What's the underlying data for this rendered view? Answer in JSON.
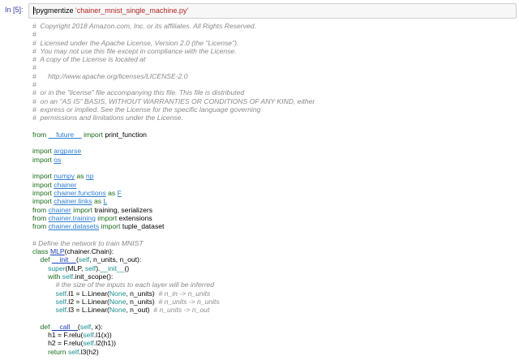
{
  "cell": {
    "prompt": "In [5]:",
    "command": "!pygmentize",
    "filename": "'chainer_mnist_single_machine.py'"
  },
  "lines": [
    [
      {
        "t": "#  Copyright 2018 Amazon.com, Inc. or its affiliates. All Rights Reserved.",
        "c": "c"
      }
    ],
    [
      {
        "t": "#",
        "c": "c"
      }
    ],
    [
      {
        "t": "#  Licensed under the Apache License, Version 2.0 (the \"License\").",
        "c": "c"
      }
    ],
    [
      {
        "t": "#  You may not use this file except in compliance with the License.",
        "c": "c"
      }
    ],
    [
      {
        "t": "#  A copy of the License is located at",
        "c": "c"
      }
    ],
    [
      {
        "t": "#",
        "c": "c"
      }
    ],
    [
      {
        "t": "#      http://www.apache.org/licenses/LICENSE-2.0",
        "c": "c"
      }
    ],
    [
      {
        "t": "#",
        "c": "c"
      }
    ],
    [
      {
        "t": "#  or in the \"license\" file accompanying this file. This file is distributed",
        "c": "c"
      }
    ],
    [
      {
        "t": "#  on an \"AS IS\" BASIS, WITHOUT WARRANTIES OR CONDITIONS OF ANY KIND, either",
        "c": "c"
      }
    ],
    [
      {
        "t": "#  express or implied. See the License for the specific language governing",
        "c": "c"
      }
    ],
    [
      {
        "t": "#  permissions and limitations under the License.",
        "c": "c"
      }
    ],
    [],
    [
      {
        "t": "from ",
        "c": "kw"
      },
      {
        "t": "__future__",
        "c": "mod"
      },
      {
        "t": " ",
        "c": "nm"
      },
      {
        "t": "import",
        "c": "kw"
      },
      {
        "t": " print_function",
        "c": "nm"
      }
    ],
    [],
    [
      {
        "t": "import ",
        "c": "kw"
      },
      {
        "t": "argparse",
        "c": "mod"
      }
    ],
    [
      {
        "t": "import ",
        "c": "kw"
      },
      {
        "t": "os",
        "c": "mod"
      }
    ],
    [],
    [
      {
        "t": "import ",
        "c": "kw"
      },
      {
        "t": "numpy",
        "c": "mod"
      },
      {
        "t": " as ",
        "c": "kw"
      },
      {
        "t": "np",
        "c": "mod"
      }
    ],
    [
      {
        "t": "import ",
        "c": "kw"
      },
      {
        "t": "chainer",
        "c": "mod"
      }
    ],
    [
      {
        "t": "import ",
        "c": "kw"
      },
      {
        "t": "chainer.functions",
        "c": "mod"
      },
      {
        "t": " as ",
        "c": "kw"
      },
      {
        "t": "F",
        "c": "mod"
      }
    ],
    [
      {
        "t": "import ",
        "c": "kw"
      },
      {
        "t": "chainer.links",
        "c": "mod"
      },
      {
        "t": " as ",
        "c": "kw"
      },
      {
        "t": "L",
        "c": "mod"
      }
    ],
    [
      {
        "t": "from ",
        "c": "kw"
      },
      {
        "t": "chainer",
        "c": "mod"
      },
      {
        "t": " import",
        "c": "kw"
      },
      {
        "t": " training, serializers",
        "c": "nm"
      }
    ],
    [
      {
        "t": "from ",
        "c": "kw"
      },
      {
        "t": "chainer.training",
        "c": "mod"
      },
      {
        "t": " import",
        "c": "kw"
      },
      {
        "t": " extensions",
        "c": "nm"
      }
    ],
    [
      {
        "t": "from ",
        "c": "kw"
      },
      {
        "t": "chainer.datasets",
        "c": "mod"
      },
      {
        "t": " import",
        "c": "kw"
      },
      {
        "t": " tuple_dataset",
        "c": "nm"
      }
    ],
    [],
    [
      {
        "t": "# Define the network to train MNIST",
        "c": "c"
      }
    ],
    [
      {
        "t": "class ",
        "c": "kw"
      },
      {
        "t": "MLP",
        "c": "cls"
      },
      {
        "t": "(chainer.Chain):",
        "c": "nm"
      }
    ],
    [
      {
        "t": "    def ",
        "c": "kw"
      },
      {
        "t": "__init__",
        "c": "fn"
      },
      {
        "t": "(",
        "c": "nm"
      },
      {
        "t": "self",
        "c": "bi"
      },
      {
        "t": ", n_units, n_out):",
        "c": "nm"
      }
    ],
    [
      {
        "t": "        ",
        "c": "nm"
      },
      {
        "t": "super",
        "c": "bi"
      },
      {
        "t": "(MLP, ",
        "c": "nm"
      },
      {
        "t": "self",
        "c": "bi"
      },
      {
        "t": ").",
        "c": "nm"
      },
      {
        "t": "__init__",
        "c": "bi"
      },
      {
        "t": "()",
        "c": "nm"
      }
    ],
    [
      {
        "t": "        ",
        "c": "nm"
      },
      {
        "t": "with ",
        "c": "kw"
      },
      {
        "t": "self",
        "c": "bi"
      },
      {
        "t": ".init_scope():",
        "c": "nm"
      }
    ],
    [
      {
        "t": "            # the size of the inputs to each layer will be inferred",
        "c": "c"
      }
    ],
    [
      {
        "t": "            ",
        "c": "nm"
      },
      {
        "t": "self",
        "c": "bi"
      },
      {
        "t": ".l1 = L.Linear(",
        "c": "nm"
      },
      {
        "t": "None",
        "c": "bi"
      },
      {
        "t": ", n_units)  ",
        "c": "nm"
      },
      {
        "t": "# n_in -> n_units",
        "c": "c"
      }
    ],
    [
      {
        "t": "            ",
        "c": "nm"
      },
      {
        "t": "self",
        "c": "bi"
      },
      {
        "t": ".l2 = L.Linear(",
        "c": "nm"
      },
      {
        "t": "None",
        "c": "bi"
      },
      {
        "t": ", n_units)  ",
        "c": "nm"
      },
      {
        "t": "# n_units -> n_units",
        "c": "c"
      }
    ],
    [
      {
        "t": "            ",
        "c": "nm"
      },
      {
        "t": "self",
        "c": "bi"
      },
      {
        "t": ".l3 = L.Linear(",
        "c": "nm"
      },
      {
        "t": "None",
        "c": "bi"
      },
      {
        "t": ", n_out)  ",
        "c": "nm"
      },
      {
        "t": "# n_units -> n_out",
        "c": "c"
      }
    ],
    [],
    [
      {
        "t": "    def ",
        "c": "kw"
      },
      {
        "t": "__call__",
        "c": "fn"
      },
      {
        "t": "(",
        "c": "nm"
      },
      {
        "t": "self",
        "c": "bi"
      },
      {
        "t": ", x):",
        "c": "nm"
      }
    ],
    [
      {
        "t": "        h1 = F.relu(",
        "c": "nm"
      },
      {
        "t": "self",
        "c": "bi"
      },
      {
        "t": ".l1(x))",
        "c": "nm"
      }
    ],
    [
      {
        "t": "        h2 = F.relu(",
        "c": "nm"
      },
      {
        "t": "self",
        "c": "bi"
      },
      {
        "t": ".l2(h1))",
        "c": "nm"
      }
    ],
    [
      {
        "t": "        ",
        "c": "nm"
      },
      {
        "t": "return ",
        "c": "kw"
      },
      {
        "t": "self",
        "c": "bi"
      },
      {
        "t": ".l3(h2)",
        "c": "nm"
      }
    ]
  ]
}
